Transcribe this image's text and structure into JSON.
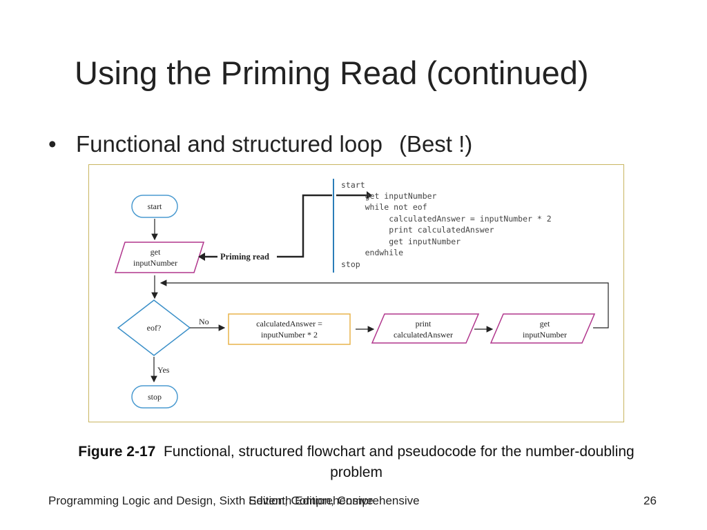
{
  "slide": {
    "title": "Using the Priming Read (continued)",
    "bullet": {
      "marker": "•",
      "text": "Functional and structured loop",
      "emphasis": "(Best !)"
    }
  },
  "figure": {
    "nodes": {
      "start": "start",
      "get_input_1": [
        "get",
        "inputNumber"
      ],
      "priming_read": "Priming read",
      "decision": "eof?",
      "branch_no": "No",
      "branch_yes": "Yes",
      "calculate": [
        "calculatedAnswer =",
        "inputNumber * 2"
      ],
      "print": [
        "print",
        "calculatedAnswer"
      ],
      "get_input_2": [
        "get",
        "inputNumber"
      ],
      "stop": "stop"
    },
    "pseudocode": [
      "start",
      "     get inputNumber",
      "     while not eof",
      "          calculatedAnswer = inputNumber * 2",
      "          print calculatedAnswer",
      "          get inputNumber",
      "     endwhile",
      "stop"
    ],
    "colors": {
      "terminal": "#4a9ad0",
      "io": "#b0358c",
      "process": "#e8b34a",
      "decision": "#3a8fc8",
      "code_rule": "#2a7db8",
      "frame": "#c8b560"
    }
  },
  "caption": {
    "label": "Figure 2-17",
    "text": "Functional, structured flowchart and pseudocode for the number-doubling problem"
  },
  "footer": {
    "book": "Programming Logic and Design, Sixth Edition, Comprehensive",
    "book_overlay": "Seventh Edition, Comprehensive",
    "page": "26"
  }
}
